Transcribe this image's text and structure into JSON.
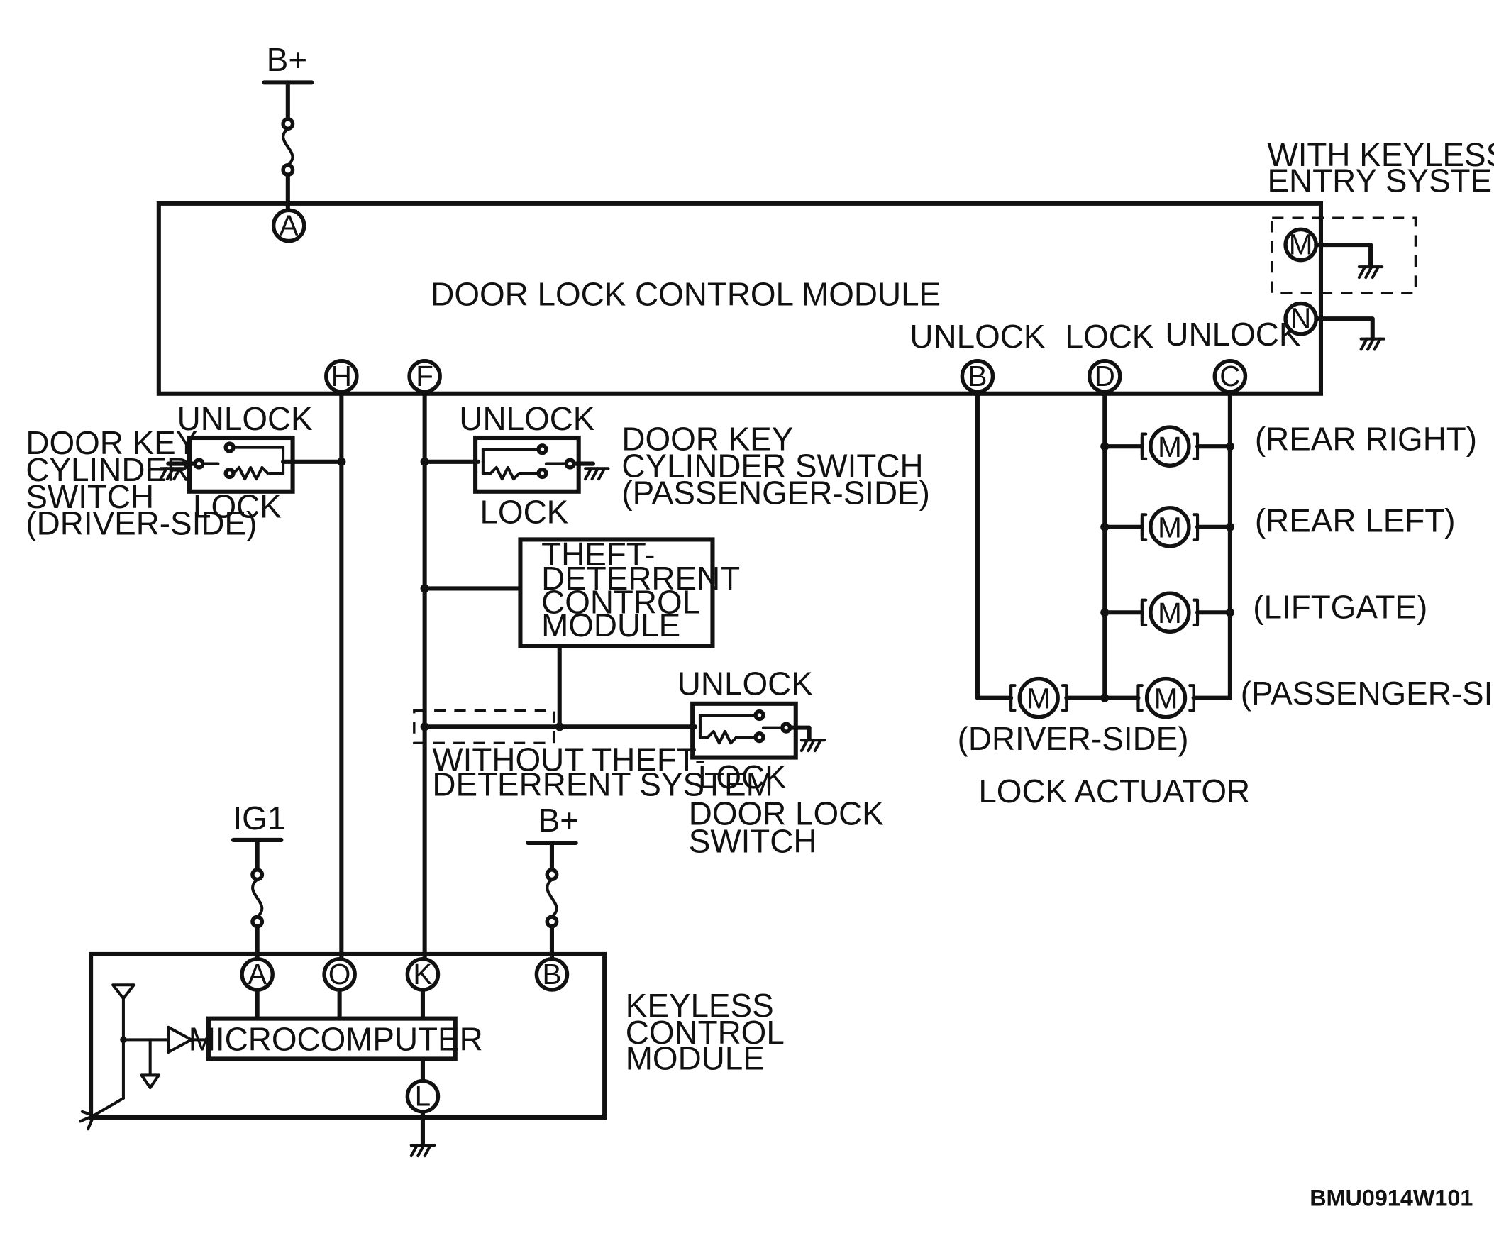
{
  "door_lock_control_module": {
    "title": "DOOR LOCK CONTROL MODULE",
    "pins": {
      "A": "A",
      "H": "H",
      "F": "F",
      "B": "B",
      "D": "D",
      "C": "C",
      "M": "M",
      "N": "N"
    },
    "pin_labels": {
      "B": "UNLOCK",
      "D": "LOCK",
      "C": "UNLOCK"
    }
  },
  "power": {
    "top_b_plus": "B+",
    "ig1": "IG1",
    "keyless_b_plus": "B+"
  },
  "keyless_entry_note": [
    "WITH KEYLESS",
    "ENTRY SYSTEM"
  ],
  "driver_key_switch": {
    "unlock": "UNLOCK",
    "lock": "LOCK",
    "name": [
      "DOOR KEY",
      "CYLINDER",
      "SWITCH",
      "(DRIVER-SIDE)"
    ]
  },
  "passenger_key_switch": {
    "unlock": "UNLOCK",
    "lock": "LOCK",
    "name": [
      "DOOR KEY",
      "CYLINDER SWITCH",
      "(PASSENGER-SIDE)"
    ]
  },
  "theft_module": {
    "name": [
      "THEFT-",
      "DETERRENT",
      "CONTROL",
      "MODULE"
    ]
  },
  "without_theft_note": [
    "WITHOUT THEFT-",
    "DETERRENT SYSTEM"
  ],
  "door_lock_switch": {
    "unlock": "UNLOCK",
    "lock": "LOCK",
    "name": [
      "DOOR LOCK",
      "SWITCH"
    ]
  },
  "lock_actuator": {
    "title": "LOCK ACTUATOR",
    "motor_symbol": "M",
    "positions": [
      "(REAR RIGHT)",
      "(REAR LEFT)",
      "(LIFTGATE)",
      "(PASSENGER-SIDE)",
      "(DRIVER-SIDE)"
    ]
  },
  "keyless_control_module": {
    "name": [
      "KEYLESS",
      "CONTROL",
      "MODULE"
    ],
    "microcomputer": "MICROCOMPUTER",
    "pins": {
      "A": "A",
      "O": "O",
      "K": "K",
      "B": "B",
      "L": "L"
    }
  },
  "figure_code": "BMU0914W101"
}
